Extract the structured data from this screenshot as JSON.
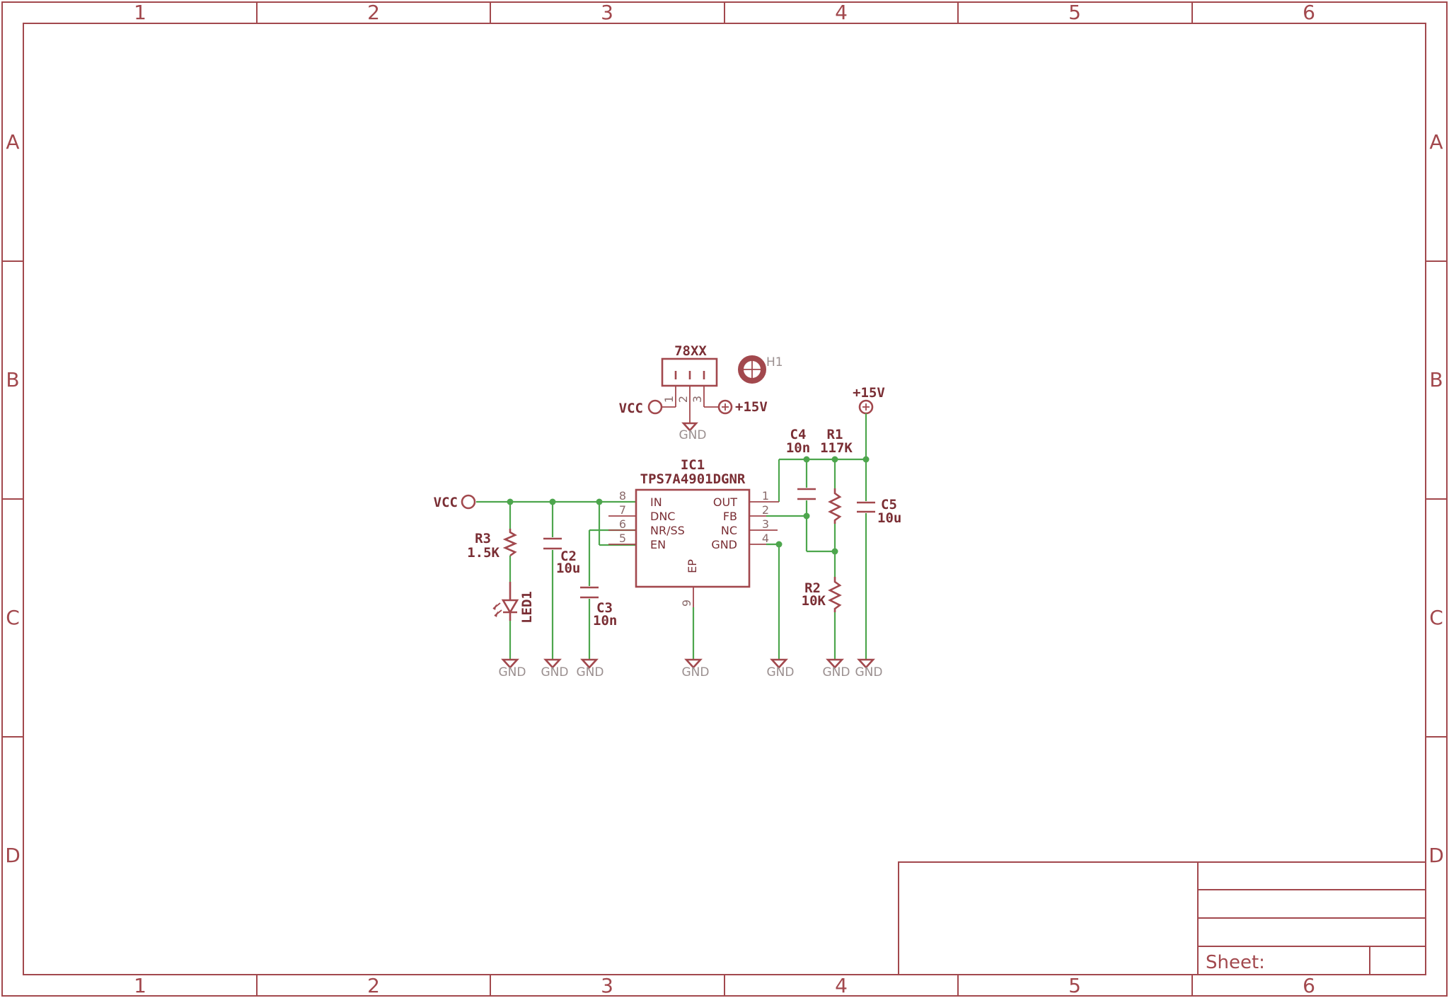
{
  "frame": {
    "columns": [
      "1",
      "2",
      "3",
      "4",
      "5",
      "6"
    ],
    "rows": [
      "A",
      "B",
      "C",
      "D"
    ]
  },
  "title_block": {
    "sheet_label": "Sheet:"
  },
  "parts": {
    "regulator_header": {
      "name": "78XX",
      "pins": [
        "1",
        "2",
        "3"
      ]
    },
    "mounting_hole": {
      "name": "H1"
    },
    "ic1": {
      "ref": "IC1",
      "value": "TPS7A4901DGNR",
      "left_pins": [
        {
          "num": "8",
          "name": "IN"
        },
        {
          "num": "7",
          "name": "DNC"
        },
        {
          "num": "6",
          "name": "NR/SS"
        },
        {
          "num": "5",
          "name": "EN"
        }
      ],
      "right_pins": [
        {
          "num": "1",
          "name": "OUT"
        },
        {
          "num": "2",
          "name": "FB"
        },
        {
          "num": "3",
          "name": "NC"
        },
        {
          "num": "4",
          "name": "GND"
        }
      ],
      "ep_label": "EP",
      "ep_pin": "9"
    },
    "r1": {
      "ref": "R1",
      "value": "117K"
    },
    "r2": {
      "ref": "R2",
      "value": "10K"
    },
    "r3": {
      "ref": "R3",
      "value": "1.5K"
    },
    "c2": {
      "ref": "C2",
      "value": "10u"
    },
    "c3": {
      "ref": "C3",
      "value": "10n"
    },
    "c4": {
      "ref": "C4",
      "value": "10n"
    },
    "c5": {
      "ref": "C5",
      "value": "10u"
    },
    "led1": {
      "ref": "LED1"
    }
  },
  "nets": {
    "vcc": "VCC",
    "plus15": "+15V",
    "gnd": "GND"
  },
  "colors": {
    "frame": "#a2484d",
    "wire": "#4da64d",
    "text": "#7a2e34"
  }
}
